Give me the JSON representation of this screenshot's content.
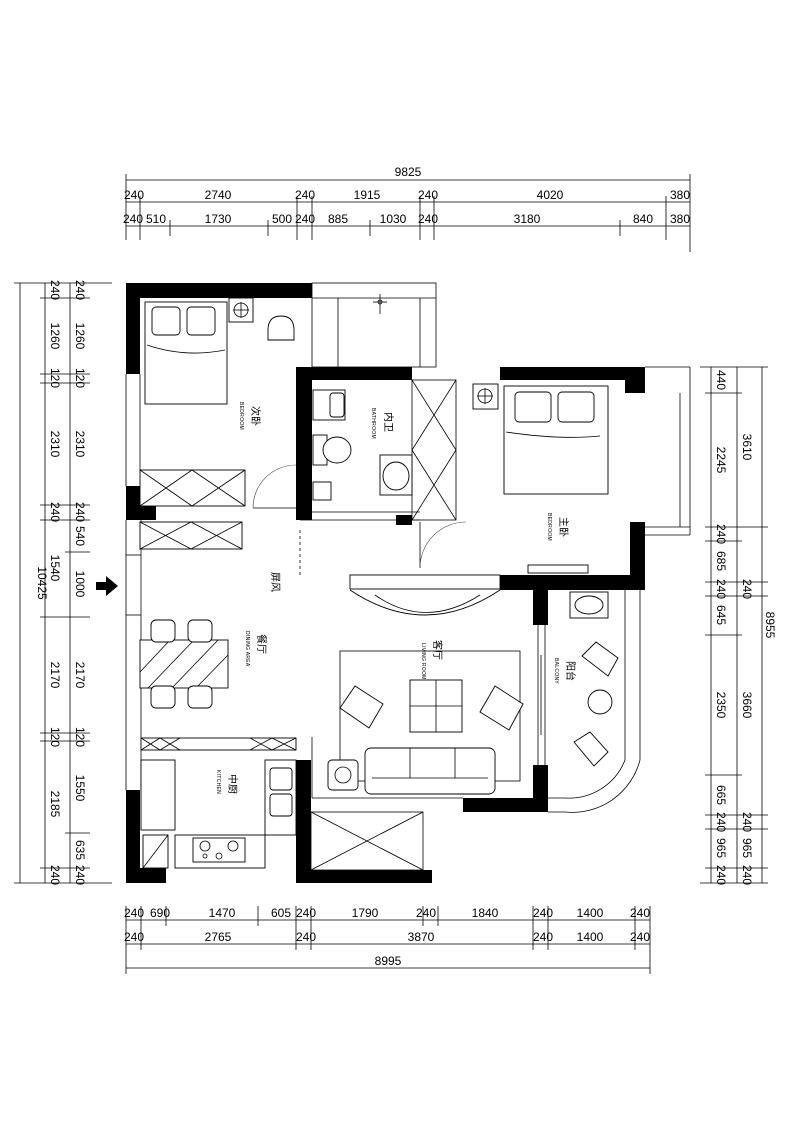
{
  "dimensions": {
    "top": {
      "overall": "9825",
      "row1": [
        "240",
        "2740",
        "240",
        "1915",
        "240",
        "4020",
        "380"
      ],
      "row2": [
        "240",
        "510",
        "1730",
        "500",
        "240",
        "885",
        "1030",
        "240",
        "3180",
        "840",
        "380"
      ]
    },
    "bottom": {
      "overall": "8995",
      "row1": [
        "240",
        "690",
        "1470",
        "605",
        "240",
        "1790",
        "240",
        "1840",
        "240",
        "1400",
        "240"
      ],
      "row2": [
        "240",
        "2765",
        "240",
        "3870",
        "240",
        "1400",
        "240"
      ]
    },
    "left": {
      "overall": "10425",
      "outer": [
        "240",
        "1260",
        "120",
        "2310",
        "240",
        "1540",
        "2170",
        "120",
        "2185",
        "240"
      ],
      "inner": [
        "240",
        "1260",
        "120",
        "2310",
        "240",
        "540",
        "1000",
        "2170",
        "120",
        "1550",
        "635",
        "240"
      ]
    },
    "right": {
      "overall": "8955",
      "inner": [
        "440",
        "2245",
        "240",
        "685",
        "240",
        "645",
        "2350",
        "665",
        "240",
        "965",
        "240"
      ],
      "outer": [
        "3610",
        "240",
        "3660",
        "240",
        "965",
        "240"
      ]
    }
  },
  "rooms": {
    "second_bedroom": {
      "name": "次卧",
      "sub": "BEDROOM"
    },
    "bathroom": {
      "name": "内卫",
      "sub": "BATHROOM"
    },
    "master_bedroom": {
      "name": "主卧",
      "sub": "BEDROOM"
    },
    "screen": {
      "name": "屏风"
    },
    "dining": {
      "name": "餐厅",
      "sub": "DINING AREA"
    },
    "living": {
      "name": "客厅",
      "sub": "LIVING ROOM"
    },
    "balcony": {
      "name": "阳台",
      "sub": "BALCONY"
    },
    "kitchen": {
      "name": "中厨",
      "sub": "KITCHEN"
    }
  },
  "entrance_icon": "entrance-arrow-icon"
}
